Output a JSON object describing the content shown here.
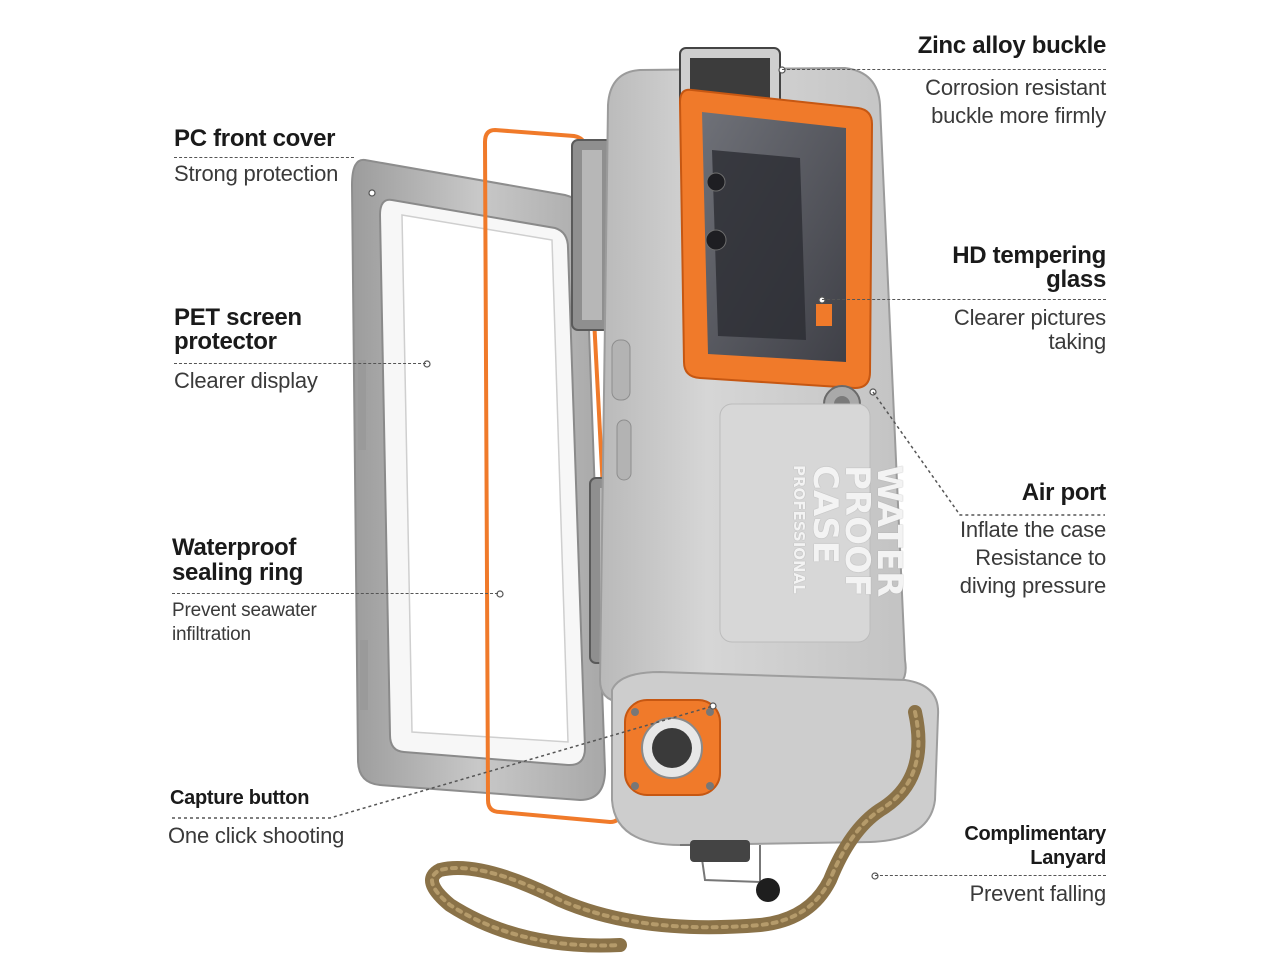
{
  "callouts": {
    "pc_front_cover": {
      "title": "PC front cover",
      "desc": "Strong protection"
    },
    "pet_screen": {
      "title_1": "PET screen",
      "title_2": "protector",
      "desc": "Clearer display"
    },
    "sealing_ring": {
      "title_1": "Waterproof",
      "title_2": "sealing ring",
      "desc_1": "Prevent seawater",
      "desc_2": "infiltration"
    },
    "capture_button": {
      "title": "Capture button",
      "desc": "One click shooting"
    },
    "zinc_buckle": {
      "title": "Zinc alloy buckle",
      "desc_1": "Corrosion resistant",
      "desc_2": "buckle more firmly"
    },
    "hd_glass": {
      "title_1": "HD tempering",
      "title_2": "glass",
      "desc_1": "Clearer pictures",
      "desc_2": "taking"
    },
    "air_port": {
      "title": "Air port",
      "desc_1": "Inflate the case",
      "desc_2": "Resistance to",
      "desc_3": "diving pressure"
    },
    "lanyard": {
      "title_1": "Complimentary",
      "title_2": "Lanyard",
      "desc": "Prevent falling"
    }
  },
  "product_panel": {
    "line_1": "WATER",
    "line_2": "PROOF",
    "line_3": "CASE",
    "line_4": "PROFESSIONAL"
  },
  "colors": {
    "accent_orange": "#f07a2a",
    "case_grey": "#c9c9c9",
    "lanyard_brown": "#8a7248"
  }
}
